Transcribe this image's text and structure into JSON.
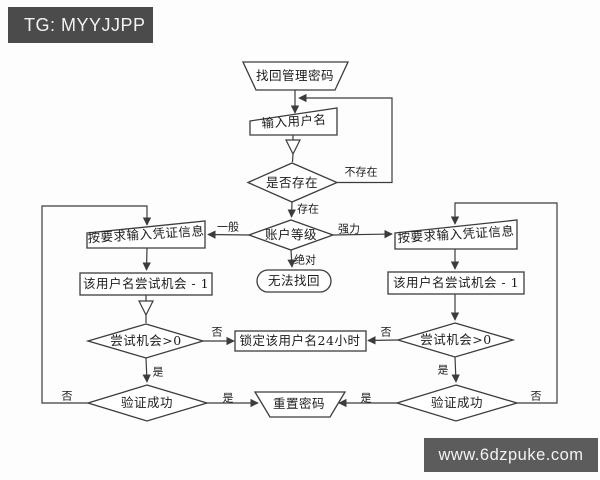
{
  "banners": {
    "top": {
      "text": "TG: MYYJJPP"
    },
    "bottom": {
      "text": "www.6dzpuke.com"
    }
  },
  "colors": {
    "banner_top_bg": "#4b4b4b",
    "banner_bottom_bg": "#5c5c5c",
    "banner_text": "#f2f2f2",
    "line": "#3c3c3c",
    "text": "#1b1b1b",
    "node_fill": "#ffffff",
    "canvas_bg": "#fdfdfd"
  },
  "flowchart": {
    "nodes": {
      "start": {
        "label": "找回管理密码",
        "shape": "trapezoid"
      },
      "enter_username": {
        "label": "输入用户名",
        "shape": "manual-input"
      },
      "exists_check": {
        "label": "是否存在",
        "shape": "diamond"
      },
      "account_level": {
        "label": "账户等级",
        "shape": "diamond"
      },
      "cannot_recover": {
        "label": "无法找回",
        "shape": "stadium"
      },
      "left_credentials": {
        "label": "按要求输入凭证信息",
        "shape": "manual-input"
      },
      "left_attempts": {
        "label": "该用户名尝试机会 - 1",
        "shape": "rect"
      },
      "left_attempts_check": {
        "label": "尝试机会>0",
        "shape": "diamond"
      },
      "lock_username": {
        "label": "锁定该用户名24小时",
        "shape": "rect"
      },
      "left_verify": {
        "label": "验证成功",
        "shape": "diamond"
      },
      "reset_password": {
        "label": "重置密码",
        "shape": "trapezoid"
      },
      "right_credentials": {
        "label": "按要求输入凭证信息",
        "shape": "manual-input"
      },
      "right_attempts": {
        "label": "该用户名尝试机会 - 1",
        "shape": "rect"
      },
      "right_attempts_check": {
        "label": "尝试机会>0",
        "shape": "diamond"
      },
      "right_verify": {
        "label": "验证成功",
        "shape": "diamond"
      }
    },
    "edge_labels": {
      "not_exists": "不存在",
      "exists": "存在",
      "normal": "一般",
      "strong": "强力",
      "absolute": "绝对",
      "left_no_attempts": "否",
      "left_yes_attempts": "是",
      "left_no_verify": "否",
      "left_yes_verify": "是",
      "right_no_attempts": "否",
      "right_yes_attempts": "是",
      "right_no_verify": "否",
      "right_yes_verify": "是"
    }
  }
}
